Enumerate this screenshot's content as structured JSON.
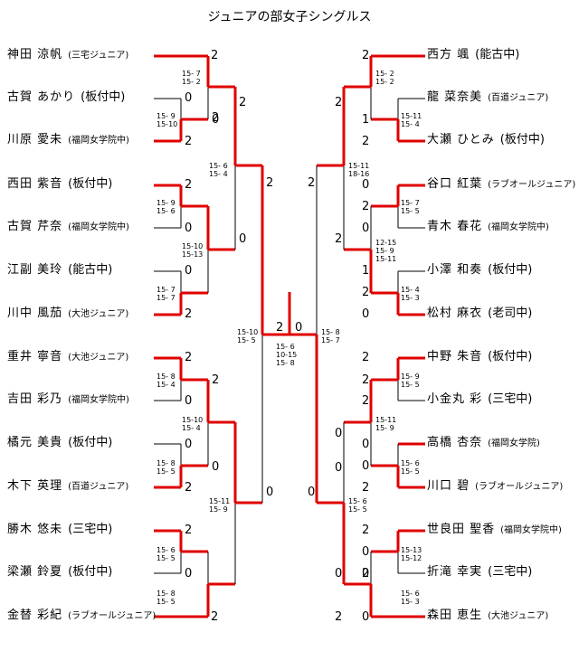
{
  "title": "ジュニアの部女子シングルス",
  "left_players": [
    {
      "name": "神田 涼帆",
      "team": "(三宅ジュニア)"
    },
    {
      "name": "古賀 あかり",
      "team": "(板付中)"
    },
    {
      "name": "川原 愛未",
      "team": "(福岡女学院中)"
    },
    {
      "name": "西田 紫音",
      "team": "(板付中)"
    },
    {
      "name": "古賀 芹奈",
      "team": "(福岡女学院中)"
    },
    {
      "name": "江副 美玲",
      "team": "(能古中)"
    },
    {
      "name": "川中 風茄",
      "team": "(大池ジュニア)"
    },
    {
      "name": "重井 寧音",
      "team": "(大池ジュニア)"
    },
    {
      "name": "吉田 彩乃",
      "team": "(福岡女学院中)"
    },
    {
      "name": "橘元 美貴",
      "team": "(板付中)"
    },
    {
      "name": "木下 英理",
      "team": "(百道ジュニア)"
    },
    {
      "name": "勝木 悠未",
      "team": "(三宅中)"
    },
    {
      "name": "梁瀬 鈴夏",
      "team": "(板付中)"
    },
    {
      "name": "金替 彩紀",
      "team": "(ラブオールジュニア)"
    }
  ],
  "right_players": [
    {
      "name": "西方 颯",
      "team": "(能古中)"
    },
    {
      "name": "龍 菜奈美",
      "team": "(百道ジュニア)"
    },
    {
      "name": "大瀬 ひとみ",
      "team": "(板付中)"
    },
    {
      "name": "谷口 紅葉",
      "team": "(ラブオールジュニア)"
    },
    {
      "name": "青木 春花",
      "team": "(福岡女学院中)"
    },
    {
      "name": "小澤 和奏",
      "team": "(板付中)"
    },
    {
      "name": "松村 麻衣",
      "team": "(老司中)"
    },
    {
      "name": "中野 朱音",
      "team": "(板付中)"
    },
    {
      "name": "小金丸 彩",
      "team": "(三宅中)"
    },
    {
      "name": "高橋 杏奈",
      "team": "(福岡女学院)"
    },
    {
      "name": "川口 碧",
      "team": "(ラブオールジュニア)"
    },
    {
      "name": "世良田 聖香",
      "team": "(福岡女学院中)"
    },
    {
      "name": "折滝 幸実",
      "team": "(三宅中)"
    },
    {
      "name": "森田 恵生",
      "team": "(大池ジュニア)"
    }
  ],
  "results": [
    "2",
    "0",
    "2",
    "2",
    "0",
    "0",
    "2",
    "2",
    "0",
    "0",
    "2",
    "2",
    "0",
    "2",
    "0",
    "2",
    "2",
    "0",
    "2",
    "0",
    "2",
    "0",
    "2",
    "0",
    "2",
    "0",
    "2",
    "0",
    "2",
    "1",
    "2",
    "0",
    "2",
    "0",
    "1",
    "2",
    "0",
    "2",
    "2",
    "0",
    "0",
    "2",
    "2",
    "0",
    "0",
    "2",
    "2",
    "0",
    "2",
    "0",
    "2",
    "0",
    "0",
    "2",
    "2",
    "0",
    "2",
    "0",
    "2",
    "0",
    "0",
    "2",
    "0",
    "2"
  ],
  "scores": [
    "15- 7\n15- 2",
    "15- 9\n15-10",
    "15- 9\n15- 6",
    "15- 7\n15- 7",
    "15- 8\n15- 4",
    "15- 8\n15- 5",
    "15- 6\n15- 5",
    "15- 8\n15- 5",
    "15- 6\n15- 4",
    "15-10\n15-13",
    "15-10\n15- 4",
    "15-11\n15- 9",
    "15-10\n15- 5",
    "15- 6\n10-15\n15- 8",
    "15- 2\n15- 2",
    "15-11\n15- 4",
    "15- 7\n15- 5",
    "15- 4\n15- 3",
    "15- 9\n15- 5",
    "15- 6\n15- 5",
    "15-13\n15-12",
    "15- 6\n15- 3",
    "15-11\n18-16",
    "12-15\n15- 9\n15-11",
    "15-11\n15- 9",
    "15- 6\n15- 5",
    "15- 8\n15- 7"
  ]
}
